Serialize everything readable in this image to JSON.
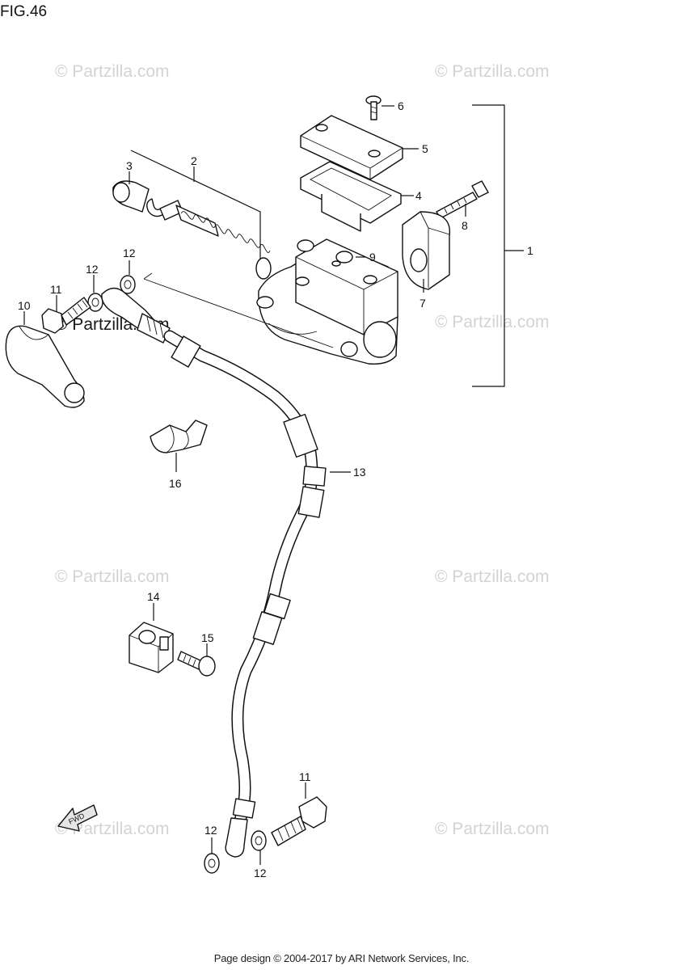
{
  "figure_label": "FIG.46",
  "footer": "Page design © 2004-2017 by ARI Network Services, Inc.",
  "watermark": "© Partzilla.com",
  "callouts": [
    "1",
    "2",
    "3",
    "4",
    "5",
    "6",
    "7",
    "8",
    "9",
    "10",
    "11",
    "11",
    "12",
    "12",
    "12",
    "12",
    "13",
    "14",
    "15",
    "16"
  ],
  "arrow_label": "FWD",
  "colors": {
    "ink": "#111111",
    "watermark": "#d3d3d3",
    "background": "#ffffff"
  }
}
